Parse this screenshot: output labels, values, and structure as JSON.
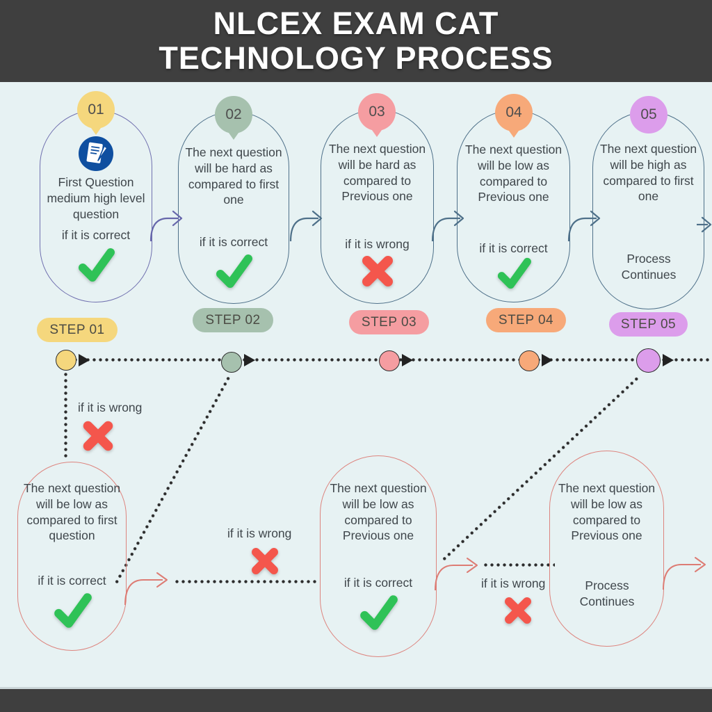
{
  "header": {
    "title_line1": "NLCEX EXAM CAT",
    "title_line2": "TECHNOLOGY PROCESS"
  },
  "steps": [
    {
      "number": "01",
      "label": "STEP 01",
      "description": "First Question medium high level question",
      "condition": "if it is correct",
      "result": "correct",
      "badge_color": "#f5d77d"
    },
    {
      "number": "02",
      "label": "STEP 02",
      "description": "The next question will be hard as compared to first one",
      "condition": "if it is correct",
      "result": "correct",
      "badge_color": "#a6c1ae"
    },
    {
      "number": "03",
      "label": "STEP 03",
      "description": "The next question will be hard as compared to Previous one",
      "condition": "if it is wrong",
      "result": "wrong",
      "badge_color": "#f59da1"
    },
    {
      "number": "04",
      "label": "STEP 04",
      "description": "The next question will be low as compared to Previous one",
      "condition": "if it is correct",
      "result": "correct",
      "badge_color": "#f7a979"
    },
    {
      "number": "05",
      "label": "STEP 05",
      "description": "The next question will be high as compared to first one",
      "condition": "Process Continues",
      "result": "continues",
      "badge_color": "#dc9deb"
    }
  ],
  "bottom_steps": [
    {
      "description": "The next question will be low as compared to first question",
      "condition": "if it is correct",
      "result": "correct"
    },
    {
      "description": "The next question will be low as compared to Previous one",
      "condition": "if it is correct",
      "result": "correct"
    },
    {
      "description": "The next question will be low as compared to Previous one",
      "condition": "Process Continues",
      "result": "continues"
    }
  ],
  "branches": {
    "after_step1": {
      "label": "if it is wrong"
    },
    "after_bottom1": {
      "label": "if it is wrong"
    },
    "after_bottom2": {
      "label": "if it is wrong"
    }
  },
  "icons": {
    "step1": "exam-paper-icon",
    "correct": "checkmark-icon",
    "wrong": "cross-icon"
  },
  "colors": {
    "header_bg": "#3f3f3f",
    "canvas_bg": "#e7f2f3",
    "step1_accent": "#f5d77d",
    "step2_accent": "#a6c1ae",
    "step3_accent": "#f59da1",
    "step4_accent": "#f7a979",
    "step5_accent": "#dc9deb",
    "top_capsule1_border": "#7070af",
    "top_capsule_border": "#4e7089",
    "bottom_capsule_border": "#dd847e",
    "check_green": "#2fc257",
    "cross_red": "#f4564c",
    "text": "#3f464b",
    "timeline_dots": "#2d2d2d"
  }
}
